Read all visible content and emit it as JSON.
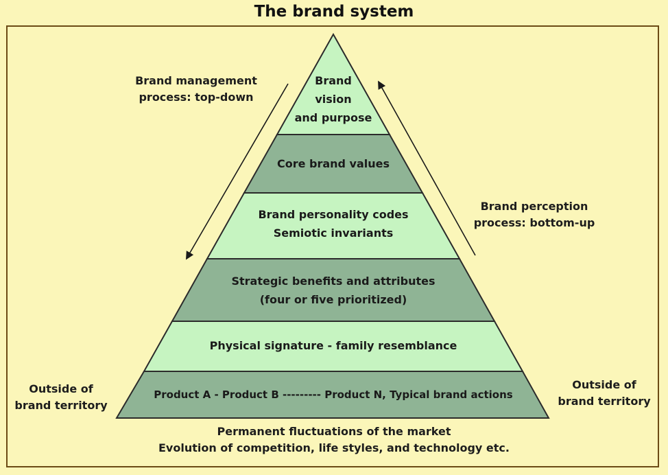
{
  "title": "The brand system",
  "colors": {
    "background": "#fbf6b9",
    "frame": "#6b4a14",
    "light_band": "#c6f4c1",
    "dark_band": "#8fb495",
    "outline": "#2b2b2b"
  },
  "levels": [
    {
      "lines": [
        "Brand",
        "vision",
        "and purpose"
      ]
    },
    {
      "lines": [
        "Core brand values"
      ]
    },
    {
      "lines": [
        "Brand personality codes",
        "Semiotic invariants"
      ]
    },
    {
      "lines": [
        "Strategic benefits and attributes",
        "(four or five prioritized)"
      ]
    },
    {
      "lines": [
        "Physical signature - family resemblance"
      ]
    },
    {
      "lines": [
        "Product A - Product B --------- Product N, Typical brand actions"
      ]
    }
  ],
  "left_process": {
    "lines": [
      "Brand management",
      "process: top-down"
    ]
  },
  "right_process": {
    "lines": [
      "Brand perception",
      "process: bottom-up"
    ]
  },
  "outside_left": {
    "lines": [
      "Outside of",
      "brand territory"
    ]
  },
  "outside_right": {
    "lines": [
      "Outside of",
      "brand territory"
    ]
  },
  "bottom_text": {
    "lines": [
      "Permanent fluctuations of the market",
      "Evolution of competition, life styles, and technology etc."
    ]
  }
}
